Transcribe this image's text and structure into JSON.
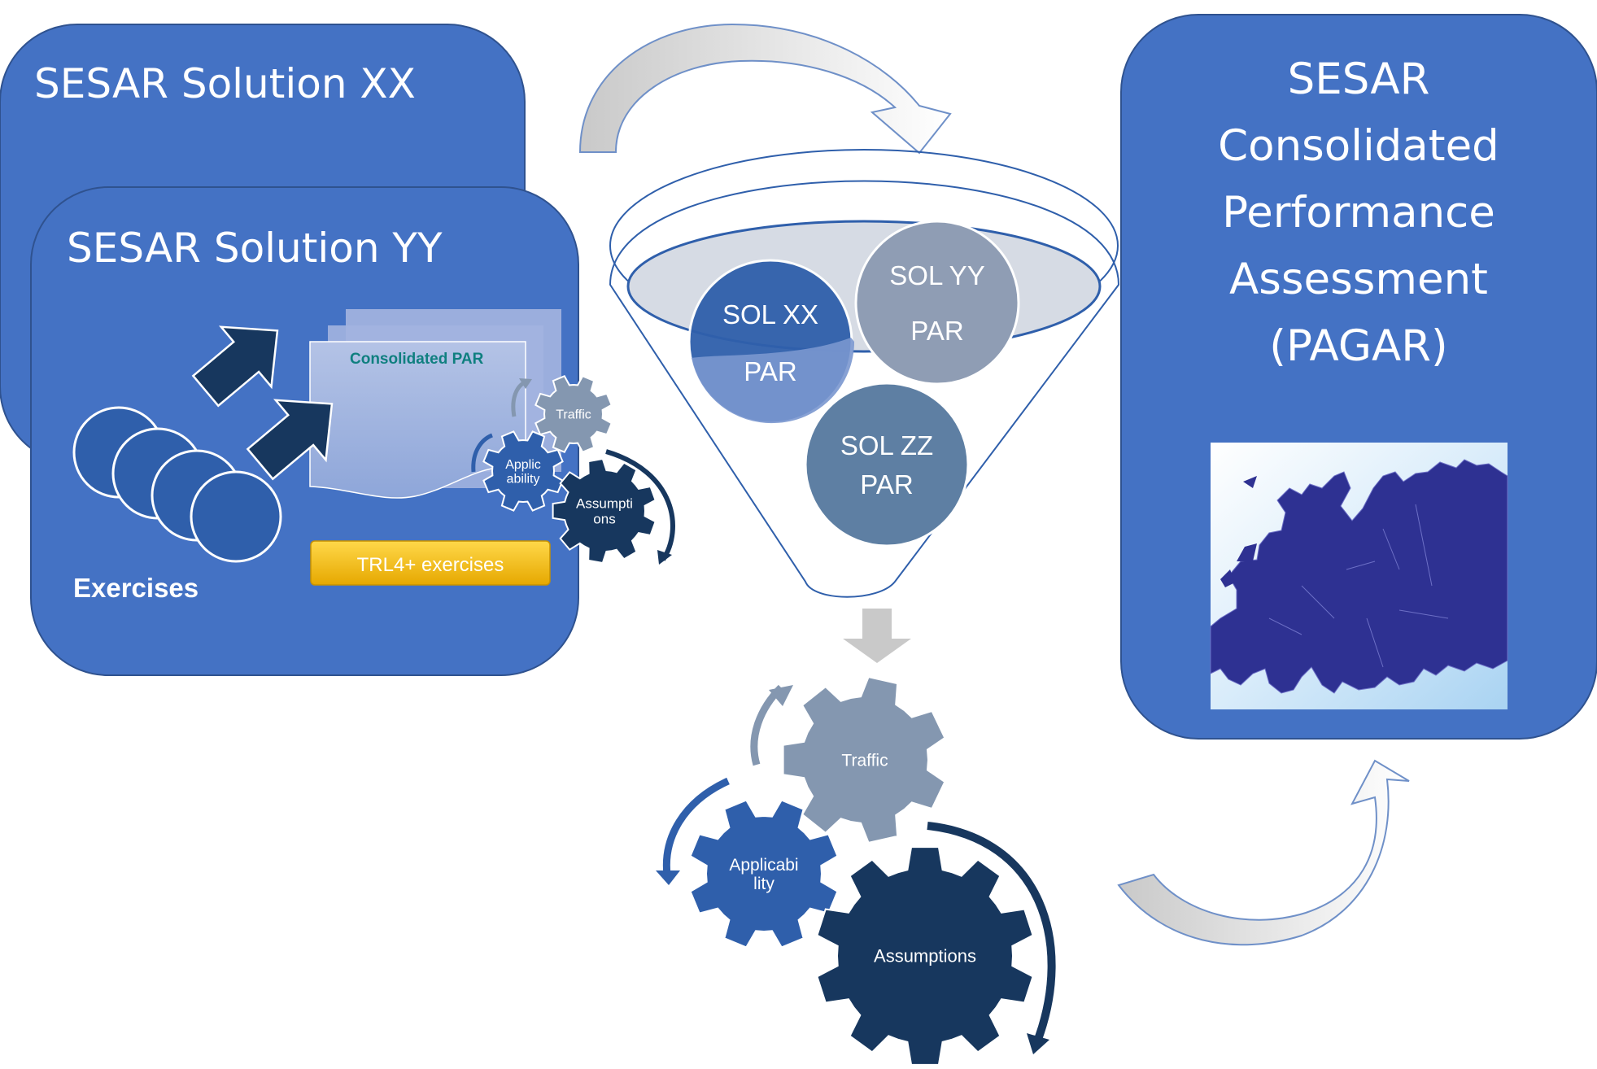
{
  "solution_xx": {
    "title": "SESAR Solution XX"
  },
  "solution_yy": {
    "title": "SESAR Solution YY",
    "doc_label": "Consolidated PAR",
    "exercises_label": "Exercises",
    "trl_button": "TRL4+ exercises",
    "gears": {
      "traffic": "Traffic",
      "applicability_line1": "Applic",
      "applicability_line2": "ability",
      "assumptions_line1": "Assumpti",
      "assumptions_line2": "ons"
    }
  },
  "funnel": {
    "sol_xx_line1": "SOL XX",
    "sol_xx_line2": "PAR",
    "sol_yy_line1": "SOL YY",
    "sol_yy_line2": "PAR",
    "sol_zz_line1": "SOL ZZ",
    "sol_zz_line2": "PAR"
  },
  "gears_large": {
    "traffic": "Traffic",
    "applicability_line1": "Applicabi",
    "applicability_line2": "lity",
    "assumptions": "Assumptions"
  },
  "pagar": {
    "line1": "SESAR",
    "line2": "Consolidated",
    "line3": "Performance",
    "line4": "Assessment",
    "line5": "(PAGAR)"
  },
  "colors": {
    "primary_blue": "#4472c4",
    "mid_blue": "#2f5fab",
    "dark_navy": "#1f3864",
    "gear_navy": "#17375e",
    "gear_grey": "#8497b0",
    "slate": "#5e7fa3",
    "trl_gold": "#f2c200"
  }
}
